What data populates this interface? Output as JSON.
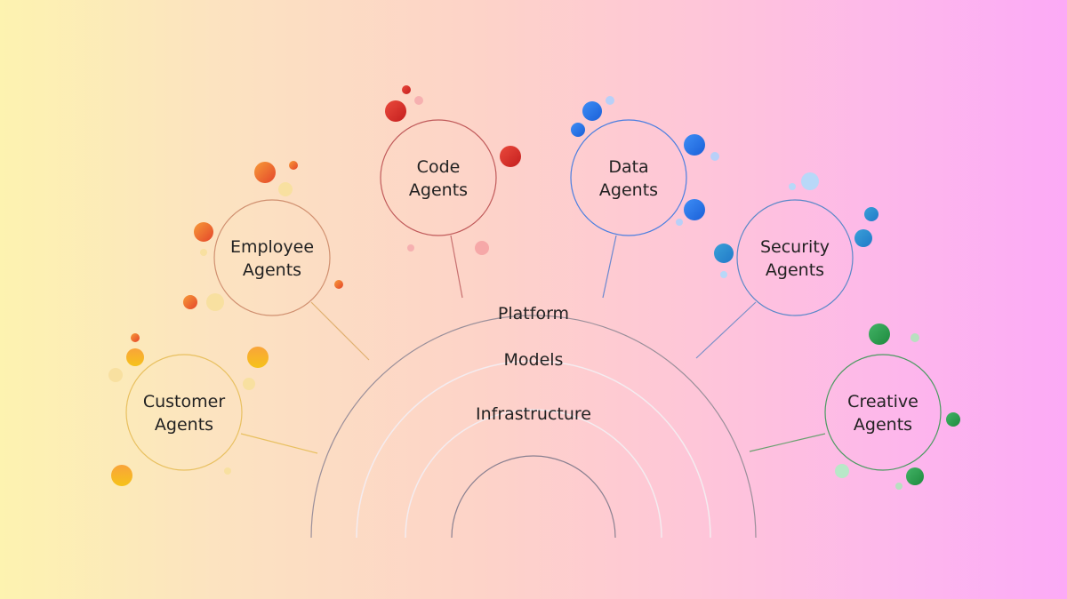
{
  "layers": [
    "Platform",
    "Models",
    "Infrastructure"
  ],
  "agents": [
    {
      "line1": "Customer",
      "line2": "Agents",
      "color": "#e8b838"
    },
    {
      "line1": "Employee",
      "line2": "Agents",
      "color": "#d8874a"
    },
    {
      "line1": "Code",
      "line2": "Agents",
      "color": "#c9433d"
    },
    {
      "line1": "Data",
      "line2": "Agents",
      "color": "#3b78e0"
    },
    {
      "line1": "Security",
      "line2": "Agents",
      "color": "#3f8fd0"
    },
    {
      "line1": "Creative",
      "line2": "Agents",
      "color": "#3a9a55"
    }
  ]
}
